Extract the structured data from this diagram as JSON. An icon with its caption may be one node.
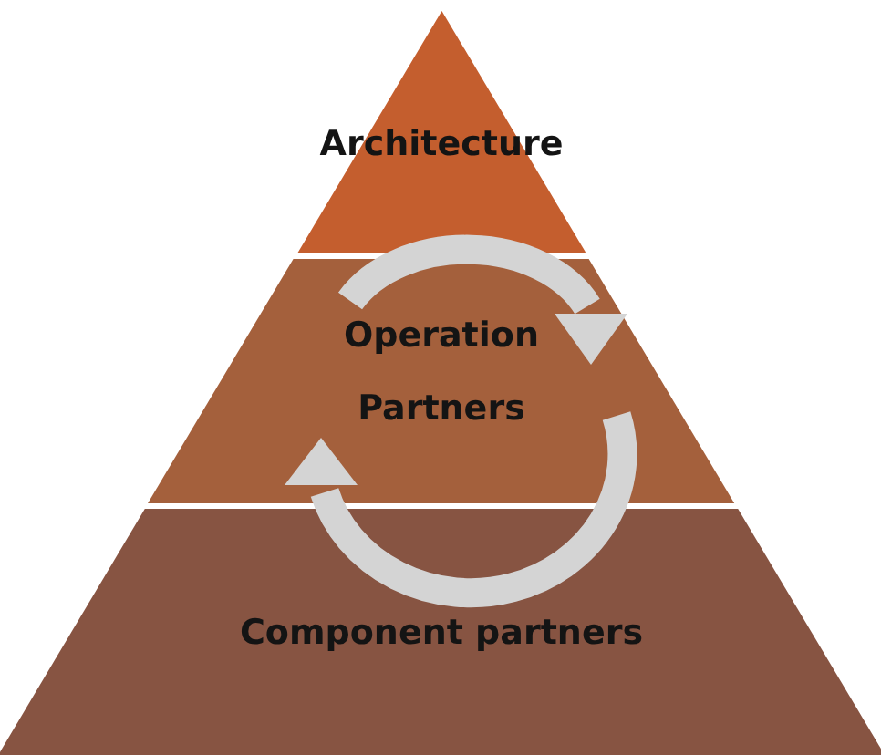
{
  "diagram": {
    "nodes": [
      {
        "text": [
          "Architecture"
        ]
      },
      {
        "text": [
          "Operation Partners"
        ]
      },
      {
        "text": [
          "Component partners"
        ]
      }
    ]
  }
}
